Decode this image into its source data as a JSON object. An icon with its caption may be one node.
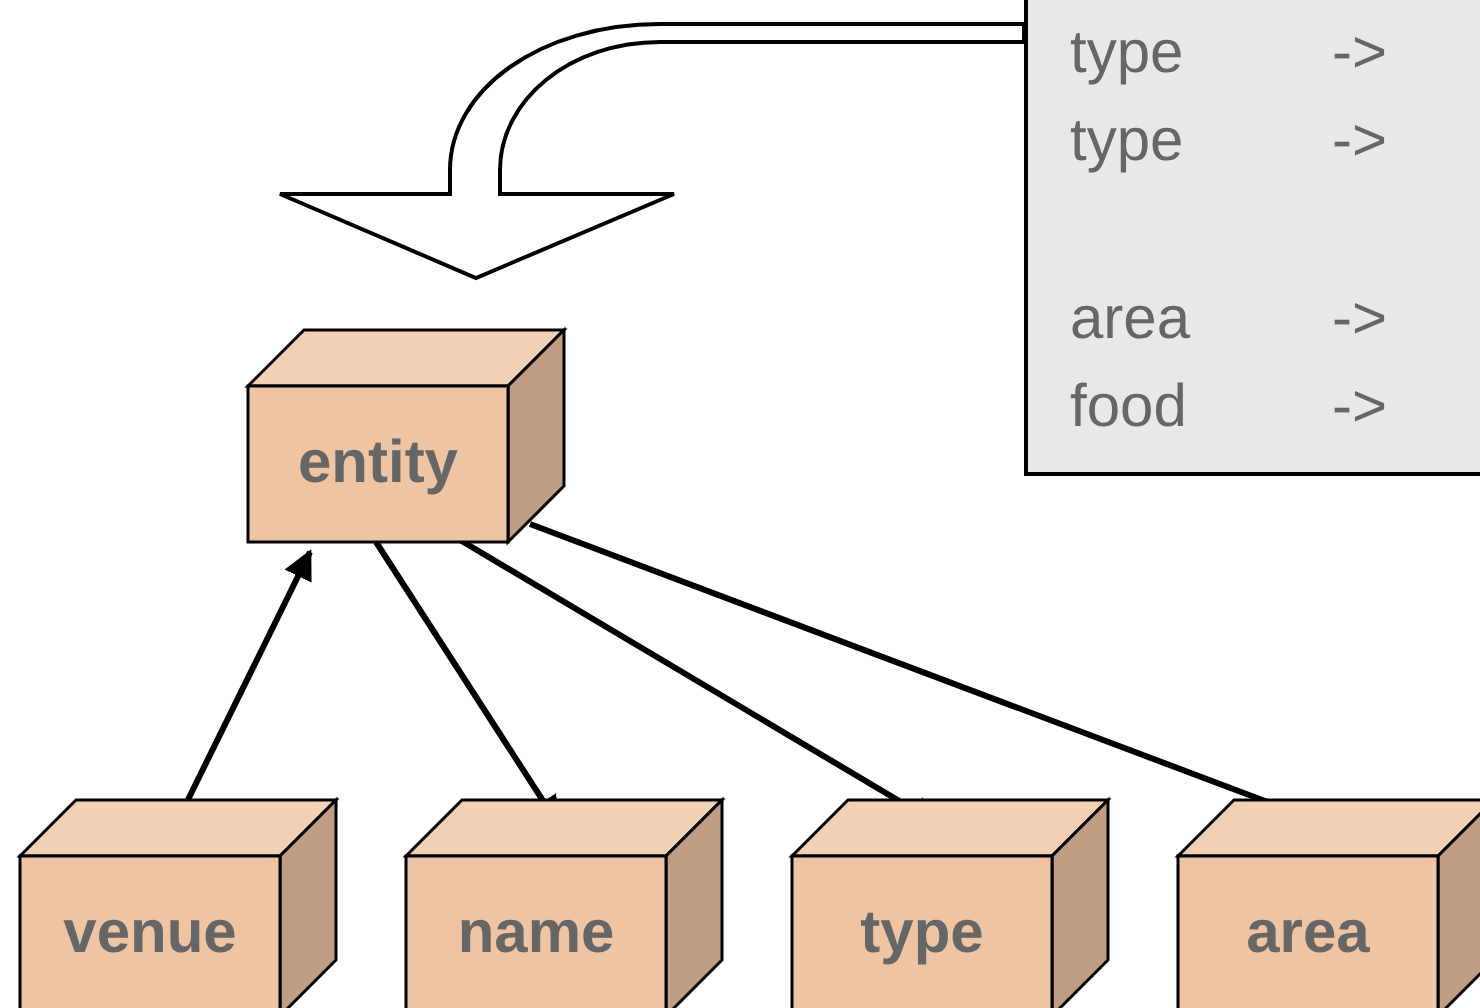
{
  "diagram": {
    "nodes": [
      {
        "text": [
          "type",
          "->",
          "type",
          "->",
          "area",
          "->",
          "food",
          "->"
        ]
      },
      {
        "text": [
          "entity"
        ]
      },
      {
        "text": [
          "venue"
        ]
      },
      {
        "text": [
          "name"
        ]
      },
      {
        "text": [
          "type"
        ]
      },
      {
        "text": [
          "area"
        ]
      }
    ],
    "edges": [
      {
        "from": 0,
        "to": 1,
        "arrow": "to",
        "style": "thick"
      },
      {
        "from": 2,
        "to": 1,
        "arrow": "to"
      },
      {
        "from": 1,
        "to": 3,
        "arrow": "to"
      },
      {
        "from": 1,
        "to": 4,
        "arrow": "to"
      },
      {
        "from": 1,
        "to": 5,
        "arrow": "to"
      }
    ]
  }
}
